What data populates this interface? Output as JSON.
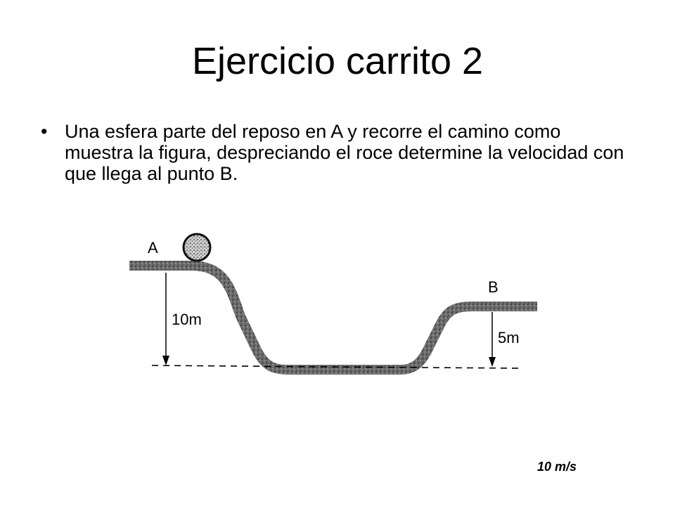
{
  "slide": {
    "title": "Ejercicio carrito 2",
    "bullet_symbol": "•",
    "bullet_text": "Una esfera parte del reposo en A y recorre el camino como muestra la figura, despreciando el roce determine la velocidad con que llega al punto B.",
    "answer": "10 m/s"
  },
  "figure": {
    "label_a": "A",
    "label_b": "B",
    "height_a": "10m",
    "height_b": "5m"
  }
}
